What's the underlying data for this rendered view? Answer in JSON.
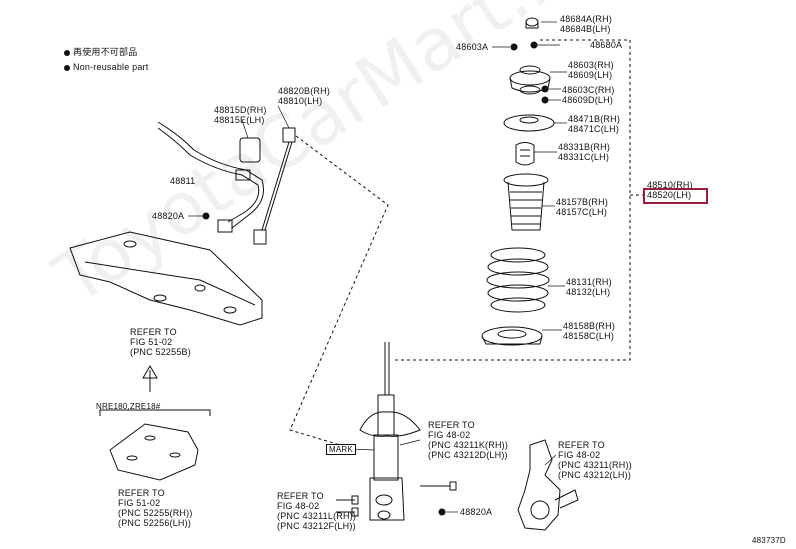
{
  "legend": {
    "line1": "再使用不可部品",
    "line2": "Non-reusable part"
  },
  "labels": {
    "p48684": [
      "48684A(RH)",
      "48684B(LH)"
    ],
    "p48603a": "48603A",
    "p48680a": "48680A",
    "p48603_48609": [
      "48603(RH)",
      "48609(LH)"
    ],
    "p48603c_48609d": [
      "48603C(RH)",
      "48609D(LH)"
    ],
    "p48471": [
      "48471B(RH)",
      "48471C(LH)"
    ],
    "p48331": [
      "48331B(RH)",
      "48331C(LH)"
    ],
    "p48510": [
      "48510(RH)",
      "48520(LH)"
    ],
    "p48157": [
      "48157B(RH)",
      "48157C(LH)"
    ],
    "p48131": [
      "48131(RH)",
      "48132(LH)"
    ],
    "p48158": [
      "48158B(RH)",
      "48158C(LH)"
    ],
    "p48820b": [
      "48820B(RH)",
      "48810(LH)"
    ],
    "p48815": [
      "48815D(RH)",
      "48815E(LH)"
    ],
    "p48811": "48811",
    "p48820a_left": "48820A",
    "p48820a_bottom": "48820A",
    "refer_522": [
      "REFER TO",
      "FIG 51-02",
      "(PNC 52255B)"
    ],
    "nre_box": "NRE180,ZRE18#",
    "refer_52255": [
      "REFER TO",
      "FIG 51-02",
      "(PNC 52255(RH))",
      "(PNC 52256(LH))"
    ],
    "refer_43211k": [
      "REFER TO",
      "FIG 48-02",
      "(PNC 43211K(RH))",
      "(PNC 43212D(LH))"
    ],
    "refer_43211": [
      "REFER TO",
      "FIG 48-02",
      "(PNC 43211(RH))",
      "(PNC 43212(LH))"
    ],
    "refer_43211l": [
      "REFER TO",
      "FIG 48-02",
      "(PNC 43211L(RH))",
      "(PNC 43212F(LH))"
    ],
    "mark": "MARK",
    "diagram_id": "483737D"
  },
  "watermark": "ToyotaCarMart.ru",
  "colors": {
    "highlight": "#9b1b3a",
    "ink": "#111111"
  }
}
